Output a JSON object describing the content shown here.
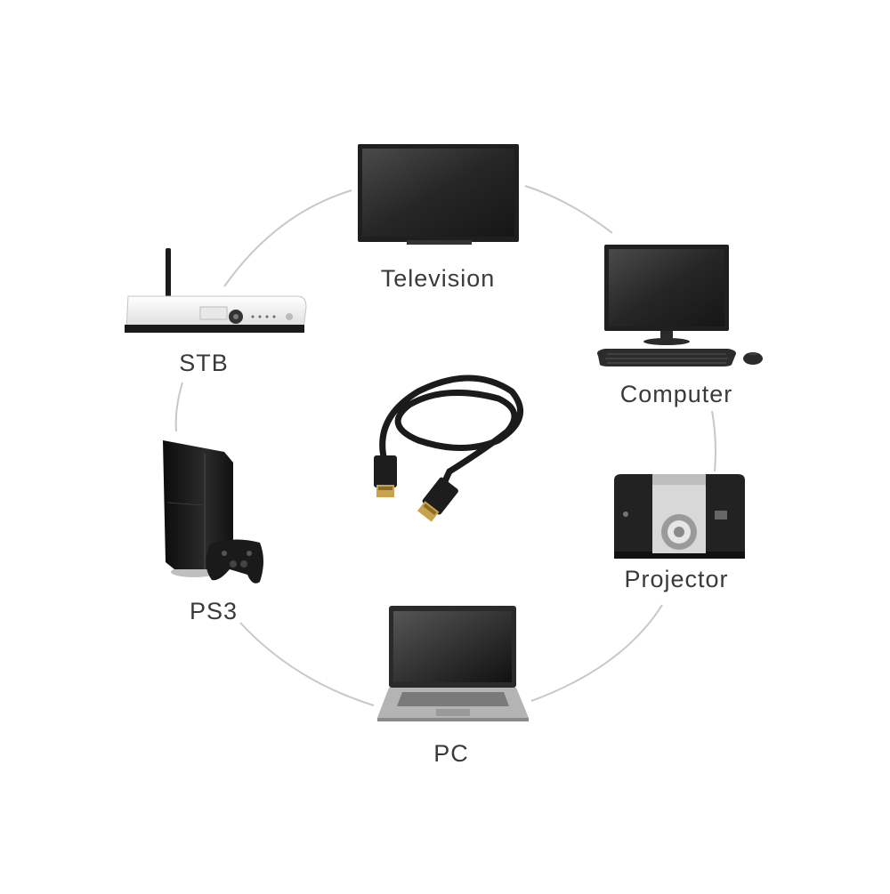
{
  "devices": {
    "television": {
      "label": "Television",
      "icon": "television-icon"
    },
    "computer": {
      "label": "Computer",
      "icon": "desktop-computer-icon"
    },
    "projector": {
      "label": "Projector",
      "icon": "projector-icon"
    },
    "pc": {
      "label": "PC",
      "icon": "laptop-icon"
    },
    "ps3": {
      "label": "PS3",
      "icon": "game-console-icon"
    },
    "stb": {
      "label": "STB",
      "icon": "set-top-box-icon"
    }
  },
  "center": {
    "icon": "hdmi-cable-icon"
  },
  "colors": {
    "ring": "#c8c8c8",
    "label": "#3a3a3a",
    "device_dark": "#1b1b1b",
    "screen": "#2a2a2a",
    "device_light": "#f2f2f2"
  }
}
